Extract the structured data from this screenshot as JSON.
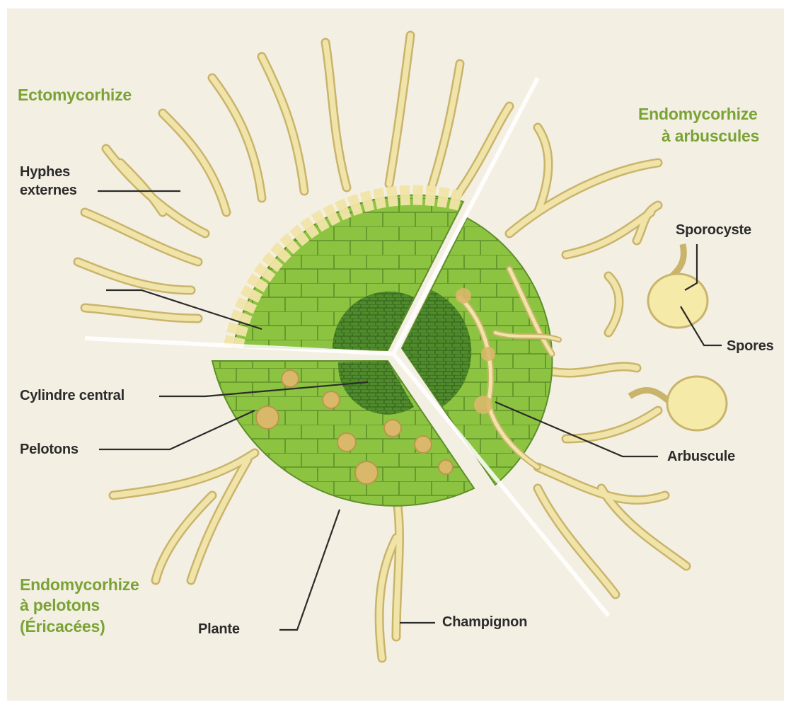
{
  "diagram": {
    "sections": {
      "ectomycorhize": "Ectomycorhize",
      "endo_arbuscules_line1": "Endomycorhize",
      "endo_arbuscules_line2": "à arbuscules",
      "endo_pelotons_line1": "Endomycorhize",
      "endo_pelotons_line2": "à pelotons",
      "endo_pelotons_line3": "(Éricacées)"
    },
    "labels": {
      "hyphes_line1": "Hyphes",
      "hyphes_line2": "externes",
      "sporocyste": "Sporocyste",
      "spores": "Spores",
      "cylindre": "Cylindre central",
      "pelotons": "Pelotons",
      "arbuscule": "Arbuscule",
      "plante": "Plante",
      "champignon": "Champignon"
    },
    "colors": {
      "background": "#f4efe3",
      "cell_green": "#8cc441",
      "cell_border": "#5e8f2a",
      "hyphae": "#f1e4a8",
      "hyphae_outline": "#c9b46c",
      "label_text": "#2b2b2b",
      "section_title": "#7aa336"
    }
  }
}
